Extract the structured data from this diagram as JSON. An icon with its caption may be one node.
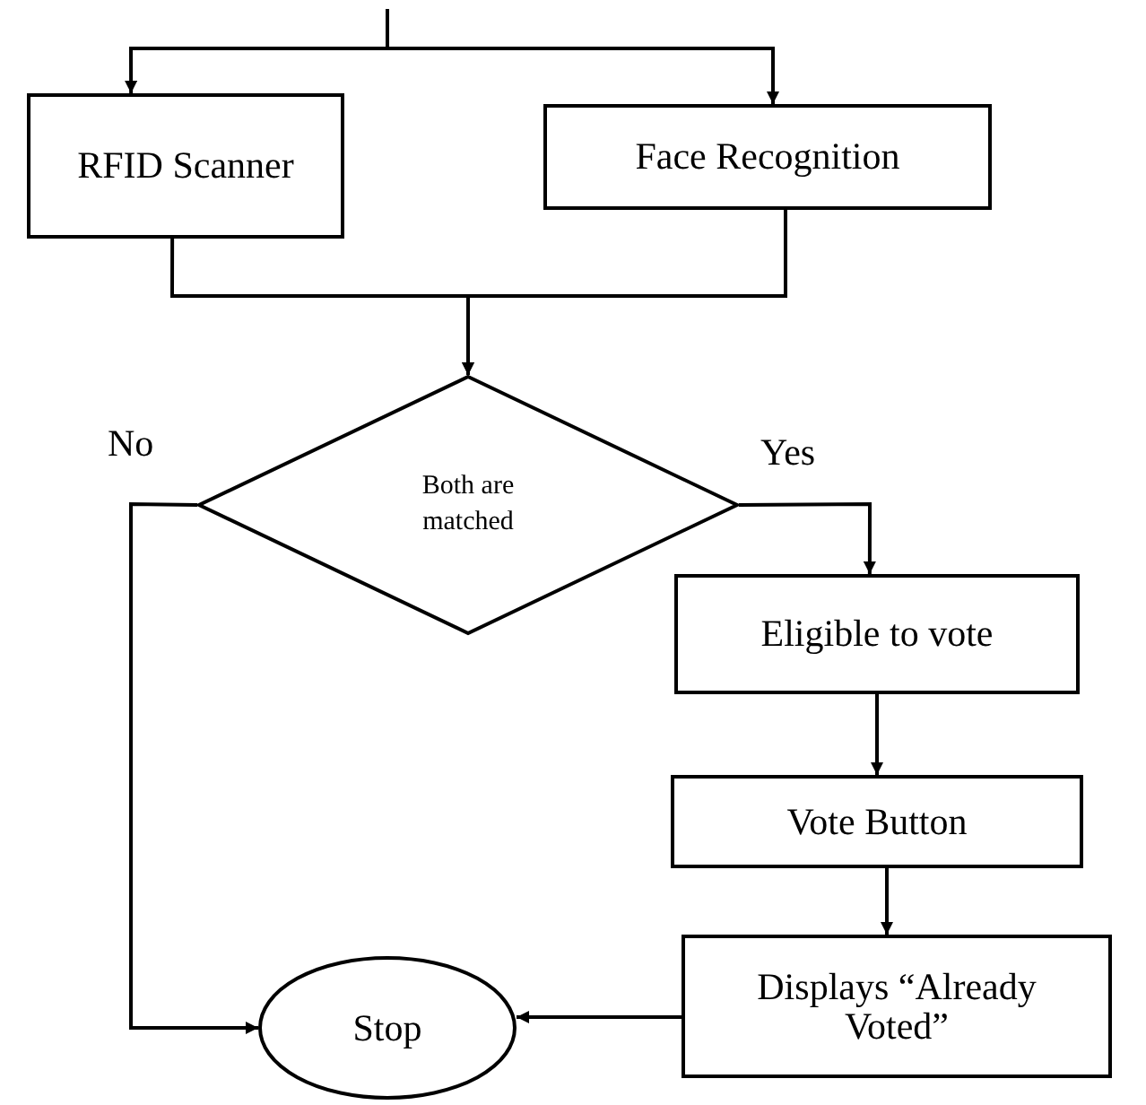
{
  "diagram": {
    "nodes": [
      {
        "text": [
          "RFID Scanner"
        ]
      },
      {
        "text": [
          "Face Recognition"
        ]
      },
      {
        "text": [
          "Both are matched"
        ]
      },
      {
        "text": [
          "Eligible to vote"
        ]
      },
      {
        "text": [
          "Vote Button"
        ]
      },
      {
        "text": [
          "Displays “Already Voted”"
        ]
      },
      {
        "text": [
          "Stop"
        ]
      }
    ],
    "edges": [
      {
        "from": null,
        "to": 0,
        "arrow": "to"
      },
      {
        "from": null,
        "to": 1,
        "arrow": "to"
      },
      {
        "from": 0,
        "to": 2,
        "arrow": "to"
      },
      {
        "from": 1,
        "to": 2,
        "arrow": "to"
      },
      {
        "from": 2,
        "to": 3,
        "arrow": "to",
        "label": "Yes"
      },
      {
        "from": 2,
        "to": 6,
        "arrow": "to",
        "label": "No"
      },
      {
        "from": 3,
        "to": 4,
        "arrow": "to"
      },
      {
        "from": 4,
        "to": 5,
        "arrow": "to"
      },
      {
        "from": 5,
        "to": 6,
        "arrow": "to"
      }
    ]
  }
}
